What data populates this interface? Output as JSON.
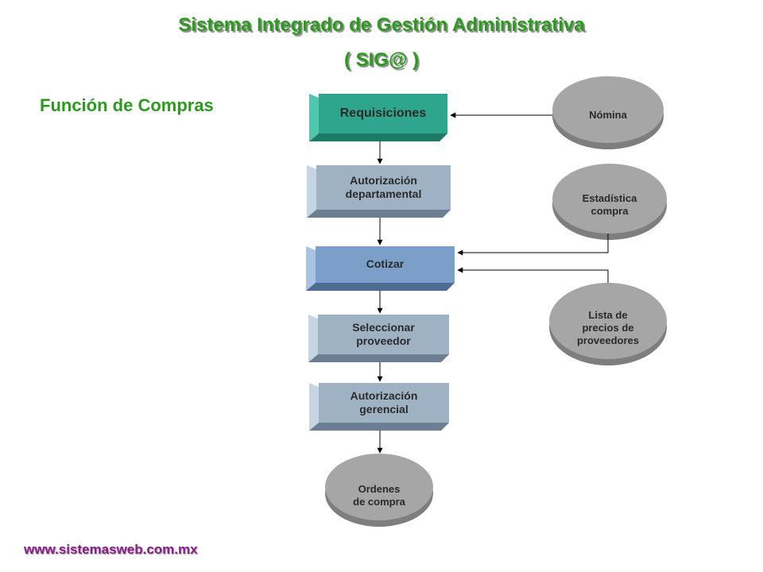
{
  "header": {
    "title": "Sistema Integrado de Gestión Administrativa",
    "subtitle": "( SIG@ )"
  },
  "section_title": "Función de Compras",
  "footer_url": "www.sistemasweb.com.mx",
  "process_steps": [
    {
      "line1": "Requisiciones",
      "line2": ""
    },
    {
      "line1": "Autorización",
      "line2": "departamental"
    },
    {
      "line1": "Cotizar",
      "line2": ""
    },
    {
      "line1": "Seleccionar",
      "line2": "proveedor"
    },
    {
      "line1": "Autorización",
      "line2": "gerencial"
    }
  ],
  "data_stores": {
    "nomina": {
      "line1": "Nómina",
      "line2": "",
      "line3": ""
    },
    "estadistica": {
      "line1": "Estadística",
      "line2": "compra",
      "line3": ""
    },
    "lista_precios": {
      "line1": "Lista de",
      "line2": "precios de",
      "line3": "proveedores"
    },
    "ordenes": {
      "line1": "Ordenes",
      "line2": "de compra",
      "line3": ""
    }
  },
  "colors": {
    "title_green": "#2c9a1e",
    "requisiciones_fill": "#2ea58d",
    "cotizar_fill": "#7b9fc8",
    "step_fill": "#9fb2c4",
    "store_fill": "#a6a6a6",
    "footer_purple": "#8a1e8a"
  }
}
